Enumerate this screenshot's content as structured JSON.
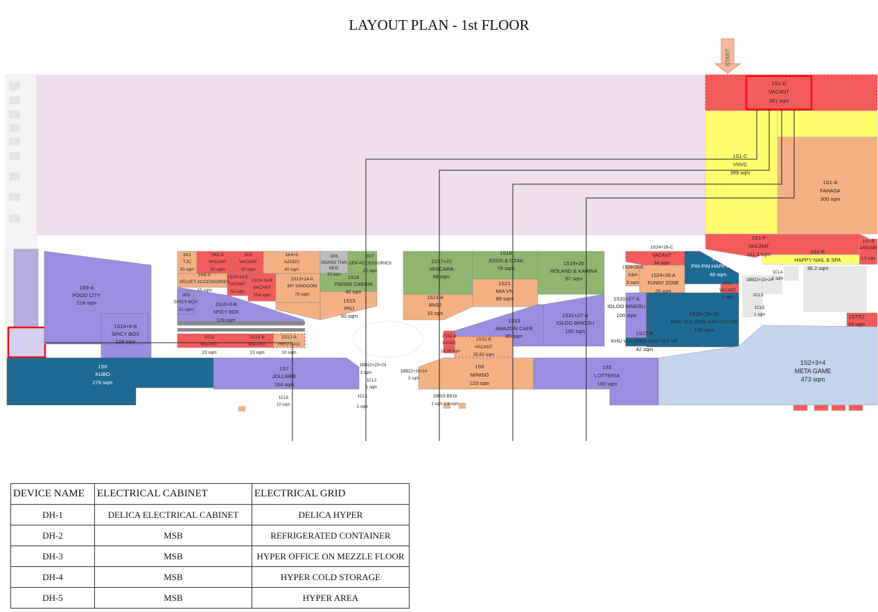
{
  "title": "LAYOUT PLAN - 1st FLOOR",
  "start_label": "START",
  "colors": {
    "vacant": "#f45b5b",
    "fashion_beauty": "#f4b183",
    "food_beverage": "#9b8ee0",
    "services": "#8fb56f",
    "entertainment": "#1f6a93",
    "anchor": "#ffff70",
    "supermarket": "#efdeec",
    "highlight": "#ff0000"
  },
  "units": {
    "s1d": {
      "code": "1S1-D",
      "name": "VACANT",
      "area": "281 sqm"
    },
    "s1c": {
      "code": "1S1-C",
      "name": "VNVC",
      "area": "399 sqm"
    },
    "s1a": {
      "code": "1S1-A",
      "name": "FAHASA",
      "area": "300 sqm"
    },
    "s1f": {
      "code": "1S1-F",
      "name": "VACANT",
      "area": "111.3 sqm"
    },
    "s1e": {
      "code": "1S1-E",
      "name": "HAPPY NAIL & SPA",
      "area": "36.2 sqm"
    },
    "s1b": {
      "code": "1S1-B",
      "name": "DREAME",
      "area": "1.5 sqm"
    },
    "s9a": {
      "code": "1S9-A",
      "name": "FOOD CITY",
      "area": "218 sqm"
    },
    "s10b": {
      "code": "1S10+9-B",
      "name": "SPICY BOX",
      "area": "128 sqm"
    },
    "k1": {
      "code": "1K1",
      "name": "TJC",
      "area": "20 sqm"
    },
    "k2a": {
      "code": "1K2-A",
      "name": "VACANT",
      "area": "20 sqm"
    },
    "k3": {
      "code": "1K3",
      "name": "VACANT",
      "area": "20 sqm"
    },
    "k45": {
      "code": "1K4+5",
      "name": "AZADO",
      "area": "40 sqm"
    },
    "k6": {
      "code": "1K6",
      "name": "HOANG THAI",
      "sub": "MOC",
      "area": "20 sqm"
    },
    "k7": {
      "code": "1K7",
      "name": "DEP ACCESSORIES",
      "area": "20 sqm"
    },
    "k8a": {
      "code": "1K8-A",
      "name": "VELVET ACCESSORIES",
      "area": "15 sqm"
    },
    "s13c": {
      "code": "1S13+14-C",
      "name": "VACANT",
      "area": "53 sqm"
    },
    "s13b": {
      "code": "1S13+14-B",
      "name": "VACANT",
      "area": "154 sqm"
    },
    "s13a": {
      "code": "1S13+14-A",
      "name": "MY KINGDOM",
      "area": "70 sqm"
    },
    "s16": {
      "code": "1S16",
      "name": "PIERRE CARDIN",
      "area": "40 sqm"
    },
    "s15": {
      "code": "1S15",
      "name": "PNJ",
      "area": "50 sqm"
    },
    "k9": {
      "code": "1K9",
      "name": "SPICY BOX",
      "area": "15 sqm"
    },
    "s10a": {
      "code": "1S10+9-B",
      "name": "SPICY BOX",
      "area": "128 sqm"
    },
    "s11": {
      "code": "1S11",
      "name": "VACANT",
      "area": "23 sqm"
    },
    "s12b": {
      "code": "1S12-B",
      "name": "VACANT",
      "area": "13 sqm"
    },
    "s12a": {
      "code": "1S12-A",
      "name": "HIEU CAO",
      "area": "10 sqm"
    },
    "s17": {
      "code": "1S17+22",
      "name": "VASCARA",
      "area": "68 sqm"
    },
    "s18": {
      "code": "1S18",
      "name": "JOSSI & OZAK",
      "area": "78 sqm"
    },
    "s19": {
      "code": "1S19+20",
      "name": "ROLAND & KARINA",
      "area": "97 sqm"
    },
    "s21": {
      "code": "1S21",
      "name": "MIA VN",
      "area": "89 sqm"
    },
    "s23a": {
      "code": "1S23-A",
      "name": "BNSJ",
      "area": "33 sqm"
    },
    "s33": {
      "code": "1S33",
      "name": "AMAZON CAFE",
      "area": "85 sqm"
    },
    "s31": {
      "code": "1S31+27-A",
      "name": "IGLOO BINGSU",
      "area": "100 sqm"
    },
    "s32a": {
      "code": "1S32-A",
      "name": "CASIO",
      "area": "14.18 sqm"
    },
    "s32b": {
      "code": "1S32-B",
      "name": "VACANT",
      "area": "35.82 sqm"
    },
    "s24c": {
      "code": "1S24+26-C",
      "name": "VACANT",
      "area": "34 sqm"
    },
    "s24b": {
      "code": "1S24+26-B",
      "name": "K&H",
      "area": "8 sqm"
    },
    "s24a": {
      "code": "1S24+26-A",
      "name": "FUNNY ZONE",
      "area": "20 sqm"
    },
    "s25": {
      "code": "1S25",
      "name": "PIN PIN HAPPY BEAR",
      "area": "48 sqm"
    },
    "k10": {
      "code": "1K10",
      "name": "VACANT",
      "area": "1 sqm"
    },
    "s28": {
      "code": "1S28+29+30",
      "name": "KHU VUI CHOI GAU VUI VE",
      "area": "140 sqm"
    },
    "s31b": {
      "code": "1S31+27-A",
      "name": "IGLOO BINGSU",
      "area": "100 sqm"
    },
    "s27b": {
      "code": "1S27-B",
      "name": "KHU VUI CHOI GAU VUI VE",
      "area": "42 sqm"
    },
    "str2": {
      "code": "1STR2",
      "name": "",
      "area": "16 sqm"
    },
    "s8": {
      "code": "1S8",
      "name": "KUBO",
      "area": "276 sqm"
    },
    "s7": {
      "code": "1S7",
      "name": "JOLLIBEE",
      "area": "164 sqm"
    },
    "s6": {
      "code": "1S6",
      "name": "MINISO",
      "area": "123 sqm"
    },
    "s5": {
      "code": "1S5",
      "name": "LOTTERIA",
      "area": "160 sqm"
    },
    "s2": {
      "code": "1S2+3+4",
      "name": "META GAME",
      "area": "473 sqm"
    }
  },
  "small_labels": {
    "bb22a": "1BB22+23+24",
    "bb22a_area": "3 sqm",
    "bb22b": "1BB22+23+24",
    "bb22b_area": "3 sqm",
    "cl2": "1CL2",
    "cl2_area": "1 sqm",
    "cl1": "1CL1",
    "cl1_area": "1 sqm",
    "cl6": "1CL6",
    "cl6_area": "10 sqm",
    "bb15": "1BB15 BB19",
    "bb15_area": "1 sqm 1.6 sqm",
    "cl4": "1CL4",
    "cl4_area": "1 sqm",
    "cl3": "1CL3",
    "cl5": "1CL5",
    "cl5_area": "1 sqm",
    "bb22c": "1BB22+23+24"
  },
  "table": {
    "headers": [
      "DEVICE NAME",
      "ELECTRICAL CABINET",
      "ELECTRICAL GRID"
    ],
    "rows": [
      [
        "DH-1",
        "DELICA ELECTRICAL CABINET",
        "DELICA HYPER"
      ],
      [
        "DH-2",
        "MSB",
        "REFRIGERATED CONTAINER"
      ],
      [
        "DH-3",
        "MSB",
        "HYPER OFFICE ON MEZZLE FLOOR"
      ],
      [
        "DH-4",
        "MSB",
        "HYPER COLD STORAGE"
      ],
      [
        "DH-5",
        "MSB",
        "HYPER AREA"
      ]
    ]
  }
}
